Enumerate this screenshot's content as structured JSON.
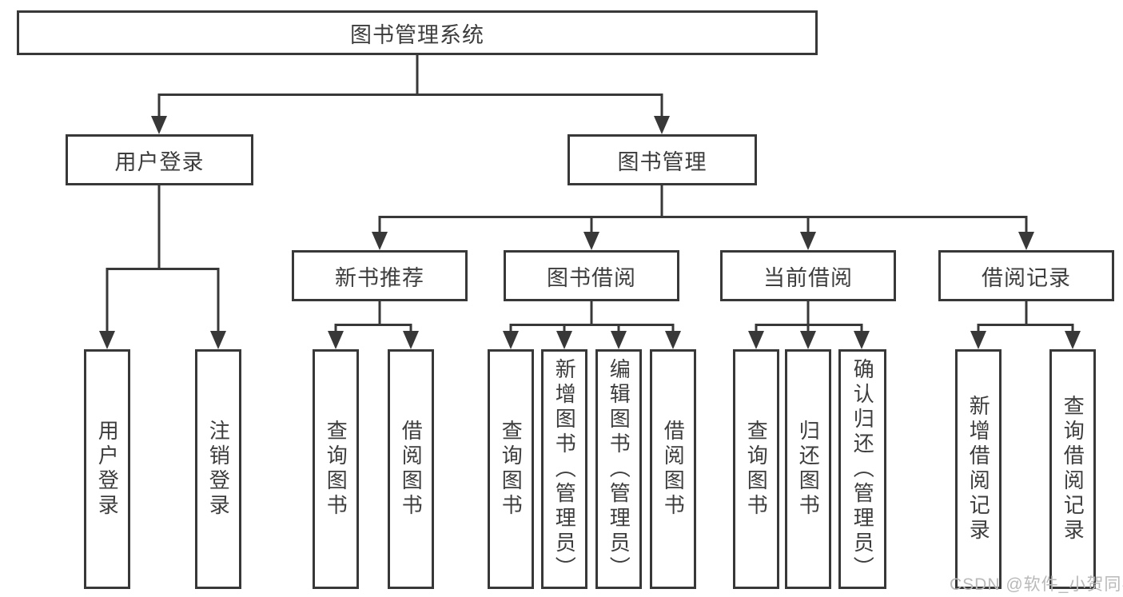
{
  "diagram": {
    "root": {
      "label": "图书管理系统"
    },
    "level2": [
      {
        "label": "用户登录"
      },
      {
        "label": "图书管理"
      }
    ],
    "level3": [
      {
        "label": "新书推荐"
      },
      {
        "label": "图书借阅"
      },
      {
        "label": "当前借阅"
      },
      {
        "label": "借阅记录"
      }
    ],
    "leaves": {
      "user_login": [
        {
          "label": "用户登录"
        },
        {
          "label": "注销登录"
        }
      ],
      "new_books": [
        {
          "label": "查询图书"
        },
        {
          "label": "借阅图书"
        }
      ],
      "book_borrow": [
        {
          "label": "查询图书"
        },
        {
          "label": "新增图书（管理员）"
        },
        {
          "label": "编辑图书（管理员）"
        },
        {
          "label": "借阅图书"
        }
      ],
      "current_borrow": [
        {
          "label": "查询图书"
        },
        {
          "label": "归还图书"
        },
        {
          "label": "确认归还（管理员）"
        }
      ],
      "borrow_records": [
        {
          "label": "新增借阅记录"
        },
        {
          "label": "查询借阅记录"
        }
      ]
    },
    "watermark": "CSDN @软件_小贺同学",
    "colors": {
      "line": "#383838",
      "text": "#3d3d3d",
      "watermark": "#b9b9b9",
      "background": "#ffffff"
    }
  }
}
